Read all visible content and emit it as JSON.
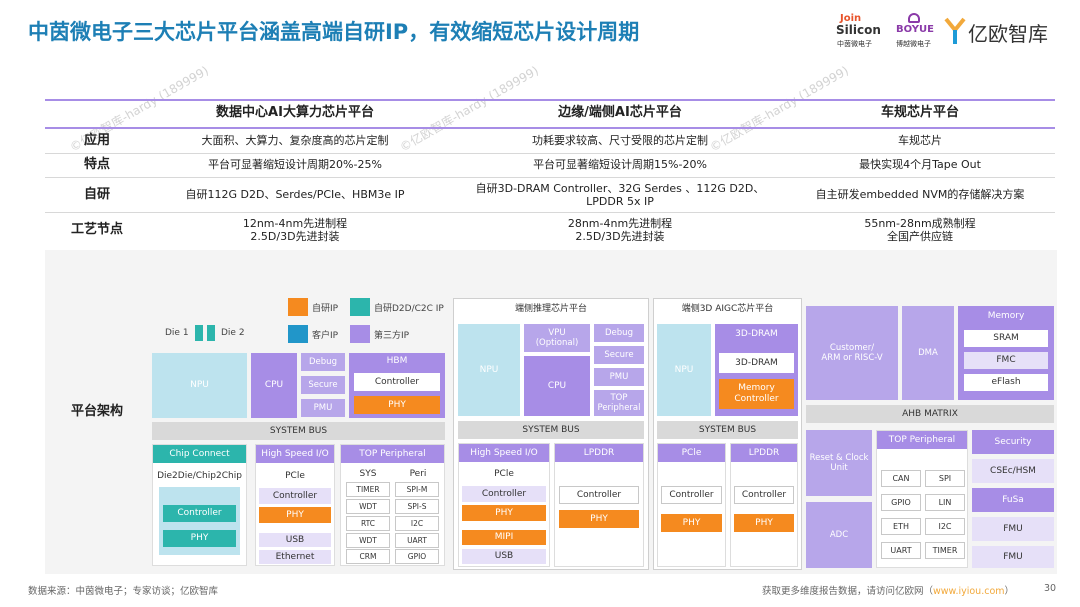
{
  "title": "中茵微电子三大芯片平台涵盖高端自研IP，有效缩短芯片设计周期",
  "logos": {
    "joinsilicon_line1": "Join",
    "joinsilicon_line2": "Silicon",
    "joinsilicon_sub": "中茵微电子",
    "boyue": "BOYUE",
    "boyue_sub": "博越微电子",
    "yiou": "亿欧智库"
  },
  "columns": [
    "数据中心AI大算力芯片平台",
    "边缘/端侧AI芯片平台",
    "车规芯片平台"
  ],
  "rows": [
    {
      "label": "应用",
      "cells": [
        "大面积、大算力、复杂度高的芯片定制",
        "功耗要求较高、尺寸受限的芯片定制",
        "车规芯片"
      ]
    },
    {
      "label": "特点",
      "cells": [
        "平台可显著缩短设计周期20%-25%",
        "平台可显著缩短设计周期15%-20%",
        "最快实现4个月Tape Out"
      ]
    },
    {
      "label": "自研",
      "cells": [
        "自研112G D2D、Serdes/PCIe、HBM3e IP",
        "自研3D-DRAM Controller、32G Serdes 、112G D2D、\nLPDDR 5x IP",
        "自主研发embedded NVM的存储解决方案"
      ]
    },
    {
      "label": "工艺节点",
      "cells": [
        "12nm-4nm先进制程\n2.5D/3D先进封装",
        "28nm-4nm先进制程\n2.5D/3D先进封装",
        "55nm-28nm成熟制程\n全国产供应链"
      ]
    }
  ],
  "arch_label": "平台架构",
  "legend": {
    "self_ip": "自研IP",
    "self_d2d": "自研D2D/C2C IP",
    "customer_ip": "客户IP",
    "third_party_ip": "第三方IP",
    "die1": "Die 1",
    "die2": "Die 2"
  },
  "dc": {
    "npu": "NPU",
    "cpu": "CPU",
    "debug": "Debug",
    "secure": "Secure",
    "pmu": "PMU",
    "hbm": "HBM",
    "controller": "Controller",
    "phy": "PHY",
    "system_bus": "SYSTEM BUS",
    "chip_connect": "Chip Connect",
    "high_speed_io": "High Speed I/O",
    "top_peripheral": "TOP Peripheral",
    "die2die": "Die2Die/Chip2Chip",
    "controller2": "Controller",
    "phy2": "PHY",
    "pcie": "PCle",
    "controller3": "Controller",
    "phy3": "PHY",
    "usb": "USB",
    "ethernet": "Ethernet",
    "sys_title": "SYS",
    "sys_items": [
      "TIMER",
      "WDT",
      "RTC",
      "WDT",
      "CRM"
    ],
    "peri_title": "Peri",
    "peri_items": [
      "SPI-M",
      "SPI-S",
      "I2C",
      "UART",
      "GPIO"
    ]
  },
  "edge1": {
    "title": "端侧推理芯片平台",
    "npu": "NPU",
    "vpu": "VPU\n(Optional)",
    "debug": "Debug",
    "cpu": "CPU",
    "secure": "Secure",
    "pmu": "PMU",
    "top_peripheral": "TOP\nPeripheral",
    "system_bus": "SYSTEM BUS",
    "high_speed_io": "High Speed I/O",
    "lpddr": "LPDDR",
    "pcie": "PCle",
    "controller": "Controller",
    "phy": "PHY",
    "mipi": "MIPI",
    "usb": "USB",
    "controller2": "Controller",
    "phy2": "PHY"
  },
  "edge2": {
    "title": "端侧3D AIGC芯片平台",
    "npu": "NPU",
    "dram1": "3D-DRAM",
    "dram2": "3D-DRAM",
    "mem_ctrl": "Memory\nController",
    "system_bus": "SYSTEM BUS",
    "pcie": "PCle",
    "lpddr": "LPDDR",
    "controller": "Controller",
    "phy": "PHY",
    "controller2": "Controller",
    "phy2": "PHY"
  },
  "auto": {
    "customer": "Customer/\nARM or RISC-V",
    "dma": "DMA",
    "memory": "Memory",
    "sram": "SRAM",
    "fmc": "FMC",
    "eflash": "eFlash",
    "ahb": "AHB MATRIX",
    "reset": "Reset & Clock\nUnit",
    "top_peripheral": "TOP Peripheral",
    "periph": [
      "CAN",
      "SPI",
      "GPIO",
      "LIN",
      "ETH",
      "I2C",
      "UART",
      "TIMER"
    ],
    "security": "Security",
    "csec": "CSEc/HSM",
    "fusa": "FuSa",
    "fmu1": "FMU",
    "adc": "ADC",
    "fmu2": "FMU"
  },
  "watermark": "©亿欧智库-hardy (189999)",
  "footer": {
    "source": "数据来源：中茵微电子；专家访谈；亿欧智库",
    "more_prefix": "获取更多维度报告数据，请访问亿欧网（",
    "more_url": "www.iyiou.com",
    "more_suffix": "）",
    "page": "30"
  },
  "colors": {
    "title": "#1d7fb5",
    "purple": "#a78de6",
    "light_purple": "#b7a6ea",
    "orange": "#f58a1f",
    "teal": "#2cb5ac",
    "cyan": "#bde3ee"
  }
}
